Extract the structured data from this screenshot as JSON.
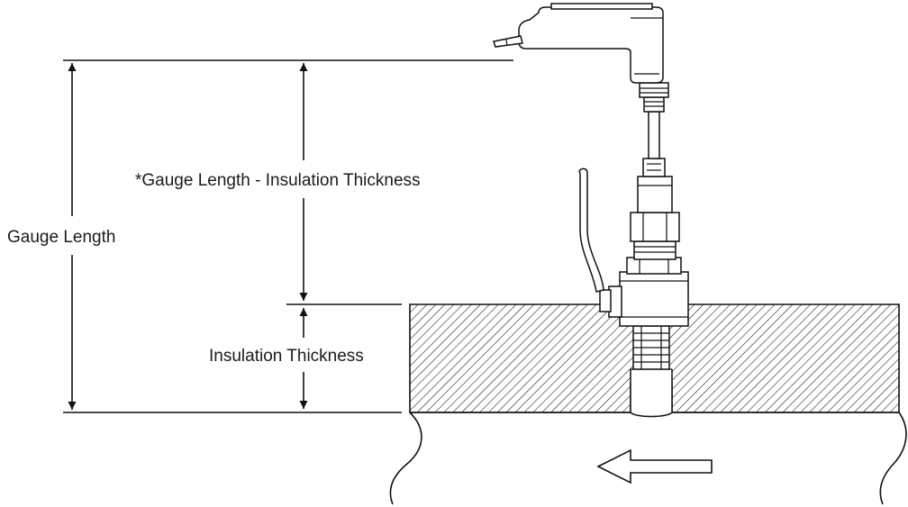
{
  "labels": {
    "gauge_length": "Gauge Length",
    "gauge_minus_insulation": "*Gauge Length - Insulation Thickness",
    "insulation_thickness": "Insulation Thickness"
  },
  "icons": {
    "flow_direction": "arrow-left-icon",
    "sensor": "sensor-head-icon",
    "valve": "ball-valve-icon"
  }
}
